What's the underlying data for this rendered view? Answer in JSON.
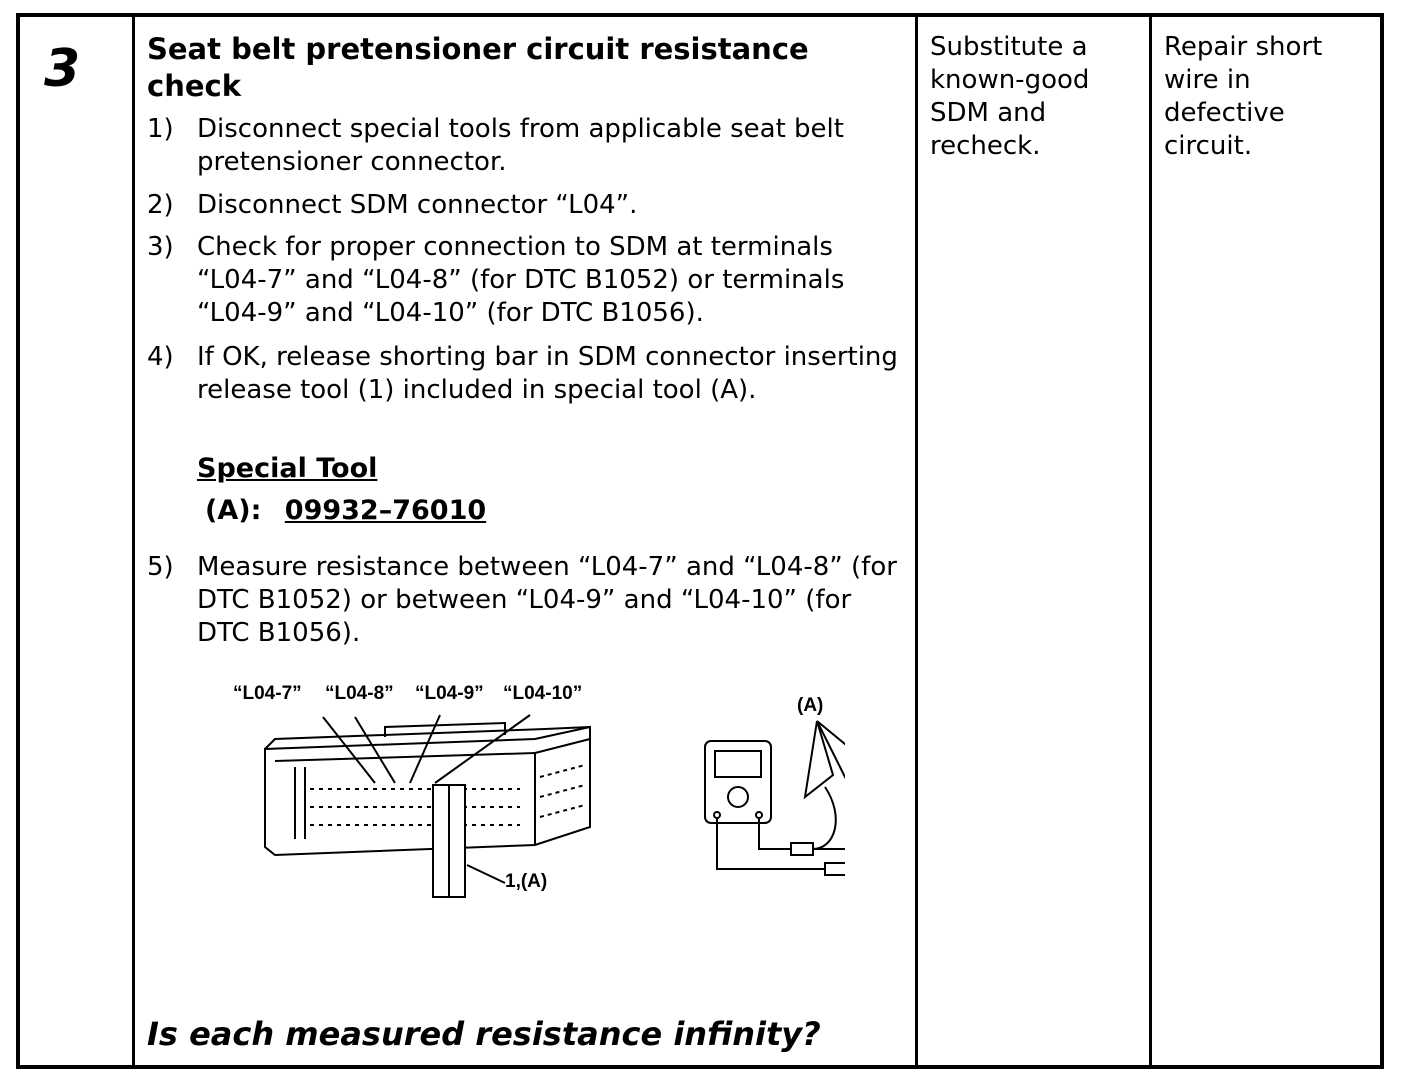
{
  "step_number": "3",
  "title": "Seat belt pretensioner circuit resistance check",
  "steps": [
    {
      "num": "1)",
      "text": "Disconnect special tools from applicable seat belt pretensioner connector."
    },
    {
      "num": "2)",
      "text": "Disconnect SDM connector “L04”."
    },
    {
      "num": "3)",
      "text": "Check for proper connection to SDM at terminals “L04-7” and “L04-8” (for DTC B1052) or terminals “L04-9” and “L04-10” (for DTC B1056)."
    },
    {
      "num": "4)",
      "text": "If OK, release shorting bar in SDM connector inserting release tool (1) included in special tool (A)."
    },
    {
      "num": "5)",
      "text": "Measure resistance between “L04-7” and “L04-8” (for DTC B1052) or between “L04-9” and “L04-10” (for DTC B1056)."
    }
  ],
  "special_tool": {
    "label": "Special Tool",
    "id": "(A):",
    "number": "09932–76010"
  },
  "figure": {
    "terminal_labels": [
      "“L04-7”",
      "“L04-8”",
      "“L04-9”",
      "“L04-10”"
    ],
    "tool_label": "1,(A)",
    "meter_label": "(A)"
  },
  "question": "Is each measured resistance infinity?",
  "yes_action": "Substitute a known-good SDM and recheck.",
  "no_action": "Repair short wire in defective circuit."
}
